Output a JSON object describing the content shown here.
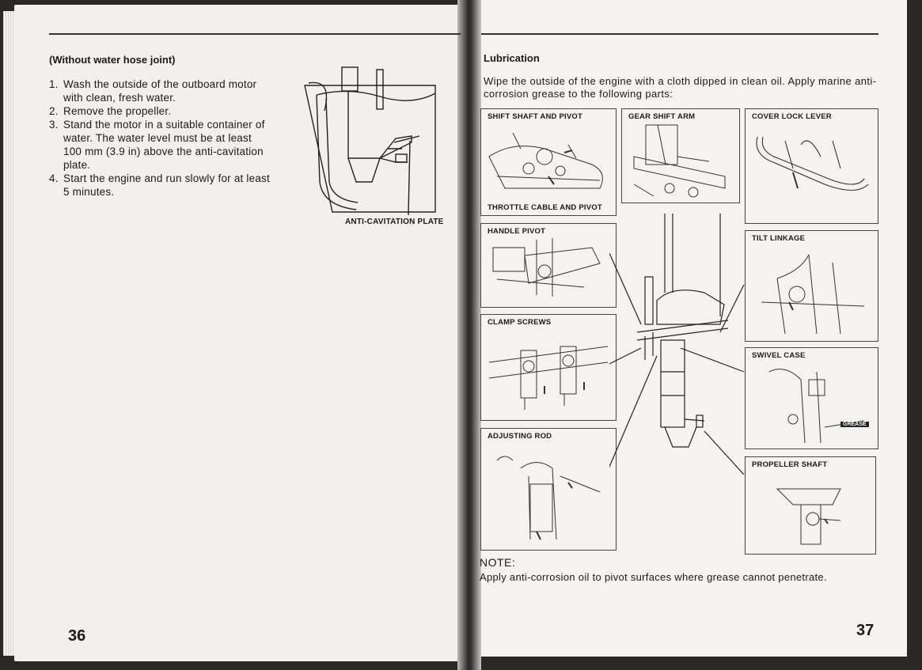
{
  "left_page": {
    "heading": "(Without water hose joint)",
    "steps": [
      {
        "num": "1.",
        "text": "Wash the outside of the outboard motor with clean, fresh water."
      },
      {
        "num": "2.",
        "text": "Remove the propeller."
      },
      {
        "num": "3.",
        "text": "Stand the motor in a suitable container of water. The water level must be at least 100 mm (3.9 in) above the anti-cavitation plate."
      },
      {
        "num": "4.",
        "text": "Start the engine and run slowly for at least 5 minutes."
      }
    ],
    "figure_label": "ANTI-CAVITATION PLATE",
    "page_number": "36"
  },
  "right_page": {
    "heading": "Lubrication",
    "intro": "Wipe the outside of the engine with a cloth dipped in clean oil. Apply marine anti-corrosion grease to the following parts:",
    "parts": {
      "shift_shaft": "SHIFT SHAFT AND PIVOT",
      "throttle_cable": "THROTTLE CABLE AND PIVOT",
      "gear_shift_arm": "GEAR SHIFT ARM",
      "cover_lock_lever": "COVER LOCK LEVER",
      "handle_pivot": "HANDLE PIVOT",
      "tilt_linkage": "TILT LINKAGE",
      "clamp_screws": "CLAMP SCREWS",
      "swivel_case": "SWIVEL CASE",
      "adjusting_rod": "ADJUSTING ROD",
      "propeller_shaft": "PROPELLER SHAFT",
      "grease_tag": "GREASE"
    },
    "note_title": "NOTE:",
    "note_text": "Apply anti-corrosion oil to pivot surfaces where grease cannot penetrate.",
    "page_number": "37"
  }
}
